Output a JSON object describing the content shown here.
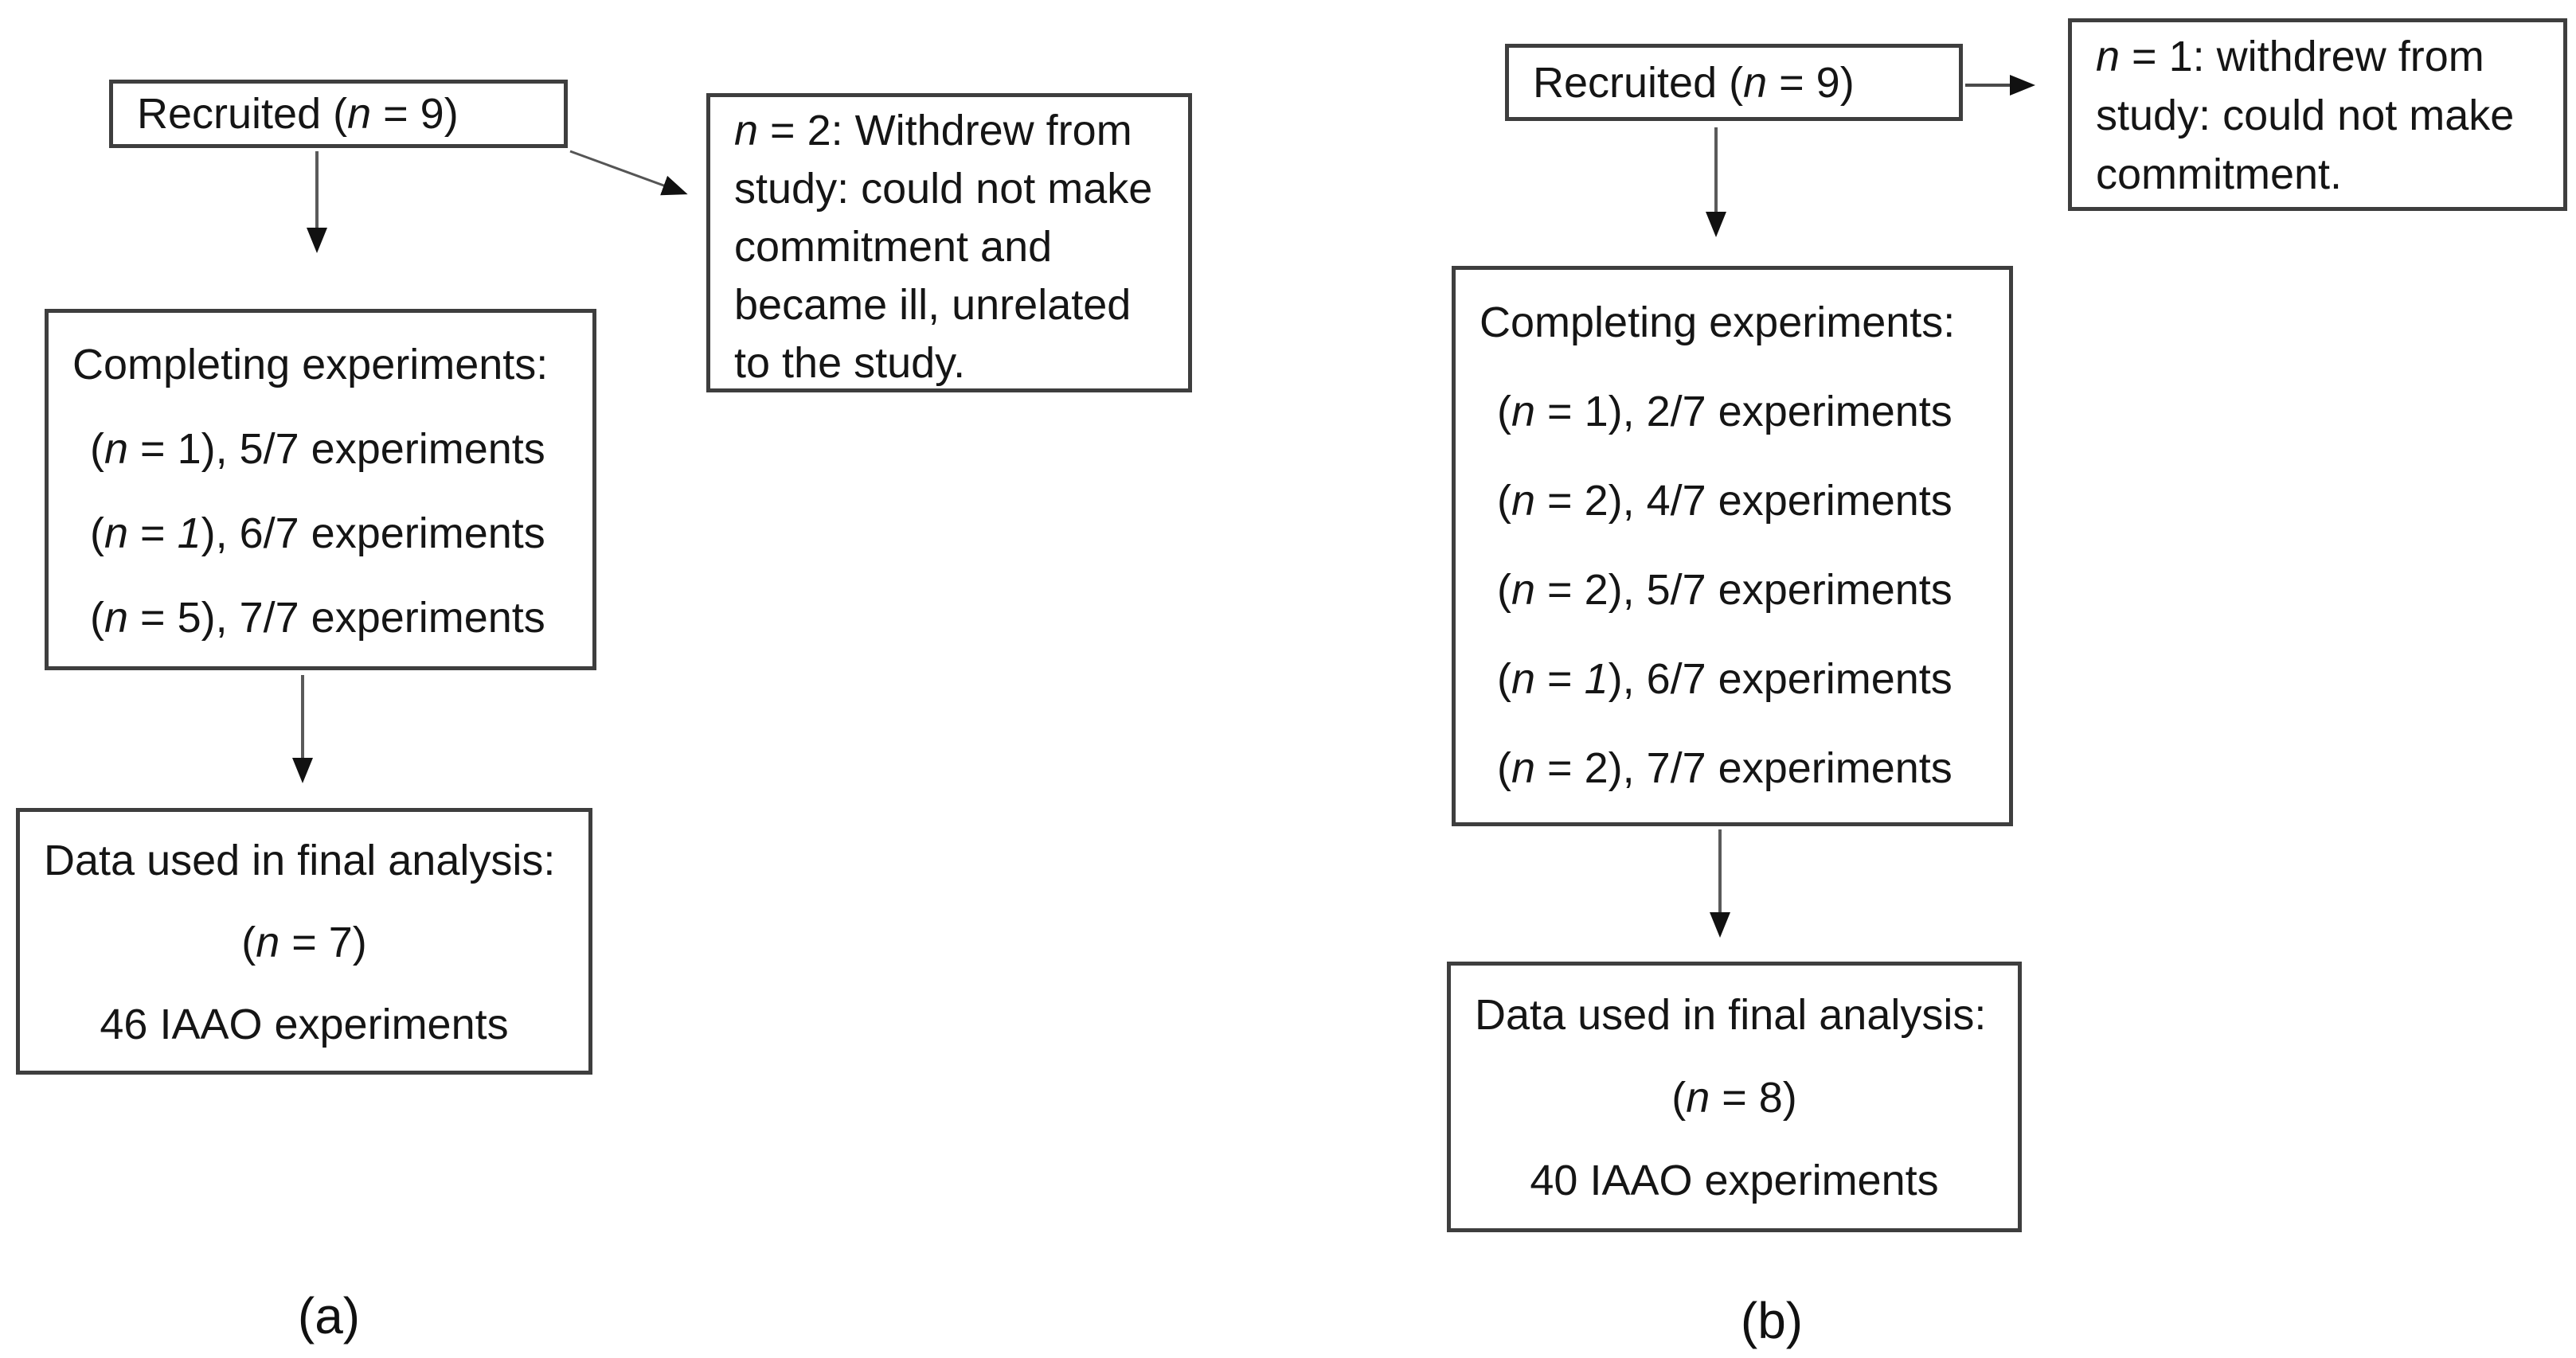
{
  "diagram_a": {
    "caption": "(a)",
    "recruited": {
      "segments": [
        {
          "t": "Recruited ("
        },
        {
          "t": "n",
          "i": true
        },
        {
          "t": " = 9)"
        }
      ]
    },
    "note": {
      "lines": [
        {
          "segments": [
            {
              "t": "n",
              "i": true
            },
            {
              "t": " = 2: Withdrew from"
            }
          ]
        },
        {
          "segments": [
            {
              "t": "study: could not make"
            }
          ]
        },
        {
          "segments": [
            {
              "t": "commitment and"
            }
          ]
        },
        {
          "segments": [
            {
              "t": "became ill, unrelated"
            }
          ]
        },
        {
          "segments": [
            {
              "t": "to the study."
            }
          ]
        }
      ]
    },
    "completing": {
      "title": {
        "segments": [
          {
            "t": "Completing experiments:"
          }
        ]
      },
      "lines": [
        {
          "segments": [
            {
              "t": "("
            },
            {
              "t": "n",
              "i": true
            },
            {
              "t": " = 1), 5/7 experiments"
            }
          ]
        },
        {
          "segments": [
            {
              "t": "("
            },
            {
              "t": "n",
              "i": true
            },
            {
              "t": " = "
            },
            {
              "t": "1",
              "i": true
            },
            {
              "t": "), 6/7 experiments"
            }
          ]
        },
        {
          "segments": [
            {
              "t": "("
            },
            {
              "t": "n",
              "i": true
            },
            {
              "t": " = 5), 7/7 experiments"
            }
          ]
        }
      ]
    },
    "final": {
      "title": {
        "segments": [
          {
            "t": "Data used in final analysis:"
          }
        ]
      },
      "n_line": {
        "segments": [
          {
            "t": "("
          },
          {
            "t": "n",
            "i": true
          },
          {
            "t": " = 7)"
          }
        ]
      },
      "experiments_line": {
        "segments": [
          {
            "t": "46 IAAO experiments"
          }
        ]
      }
    }
  },
  "diagram_b": {
    "caption": "(b)",
    "recruited": {
      "segments": [
        {
          "t": "Recruited ("
        },
        {
          "t": "n",
          "i": true
        },
        {
          "t": " = 9)"
        }
      ]
    },
    "note": {
      "lines": [
        {
          "segments": [
            {
              "t": "n",
              "i": true
            },
            {
              "t": " = 1: withdrew from"
            }
          ]
        },
        {
          "segments": [
            {
              "t": "study: could not make"
            }
          ]
        },
        {
          "segments": [
            {
              "t": "commitment."
            }
          ]
        }
      ]
    },
    "completing": {
      "title": {
        "segments": [
          {
            "t": "Completing experiments:"
          }
        ]
      },
      "lines": [
        {
          "segments": [
            {
              "t": "("
            },
            {
              "t": "n",
              "i": true
            },
            {
              "t": " = 1), 2/7 experiments"
            }
          ]
        },
        {
          "segments": [
            {
              "t": "("
            },
            {
              "t": "n",
              "i": true
            },
            {
              "t": " = 2), 4/7 experiments"
            }
          ]
        },
        {
          "segments": [
            {
              "t": "("
            },
            {
              "t": "n",
              "i": true
            },
            {
              "t": " = 2), 5/7 experiments"
            }
          ]
        },
        {
          "segments": [
            {
              "t": "("
            },
            {
              "t": "n",
              "i": true
            },
            {
              "t": " = "
            },
            {
              "t": "1",
              "i": true
            },
            {
              "t": "), 6/7 experiments"
            }
          ]
        },
        {
          "segments": [
            {
              "t": "("
            },
            {
              "t": "n",
              "i": true
            },
            {
              "t": " = 2), 7/7 experiments"
            }
          ]
        }
      ]
    },
    "final": {
      "title": {
        "segments": [
          {
            "t": "Data used in final analysis:"
          }
        ]
      },
      "n_line": {
        "segments": [
          {
            "t": "("
          },
          {
            "t": "n",
            "i": true
          },
          {
            "t": " = 8)"
          }
        ]
      },
      "experiments_line": {
        "segments": [
          {
            "t": "40 IAAO experiments"
          }
        ]
      }
    }
  },
  "colors": {
    "box_border": "#3e3e3e",
    "arrow_line": "#5a5a5a",
    "arrow_head": "#111111",
    "text": "#151515",
    "background": "#ffffff"
  }
}
